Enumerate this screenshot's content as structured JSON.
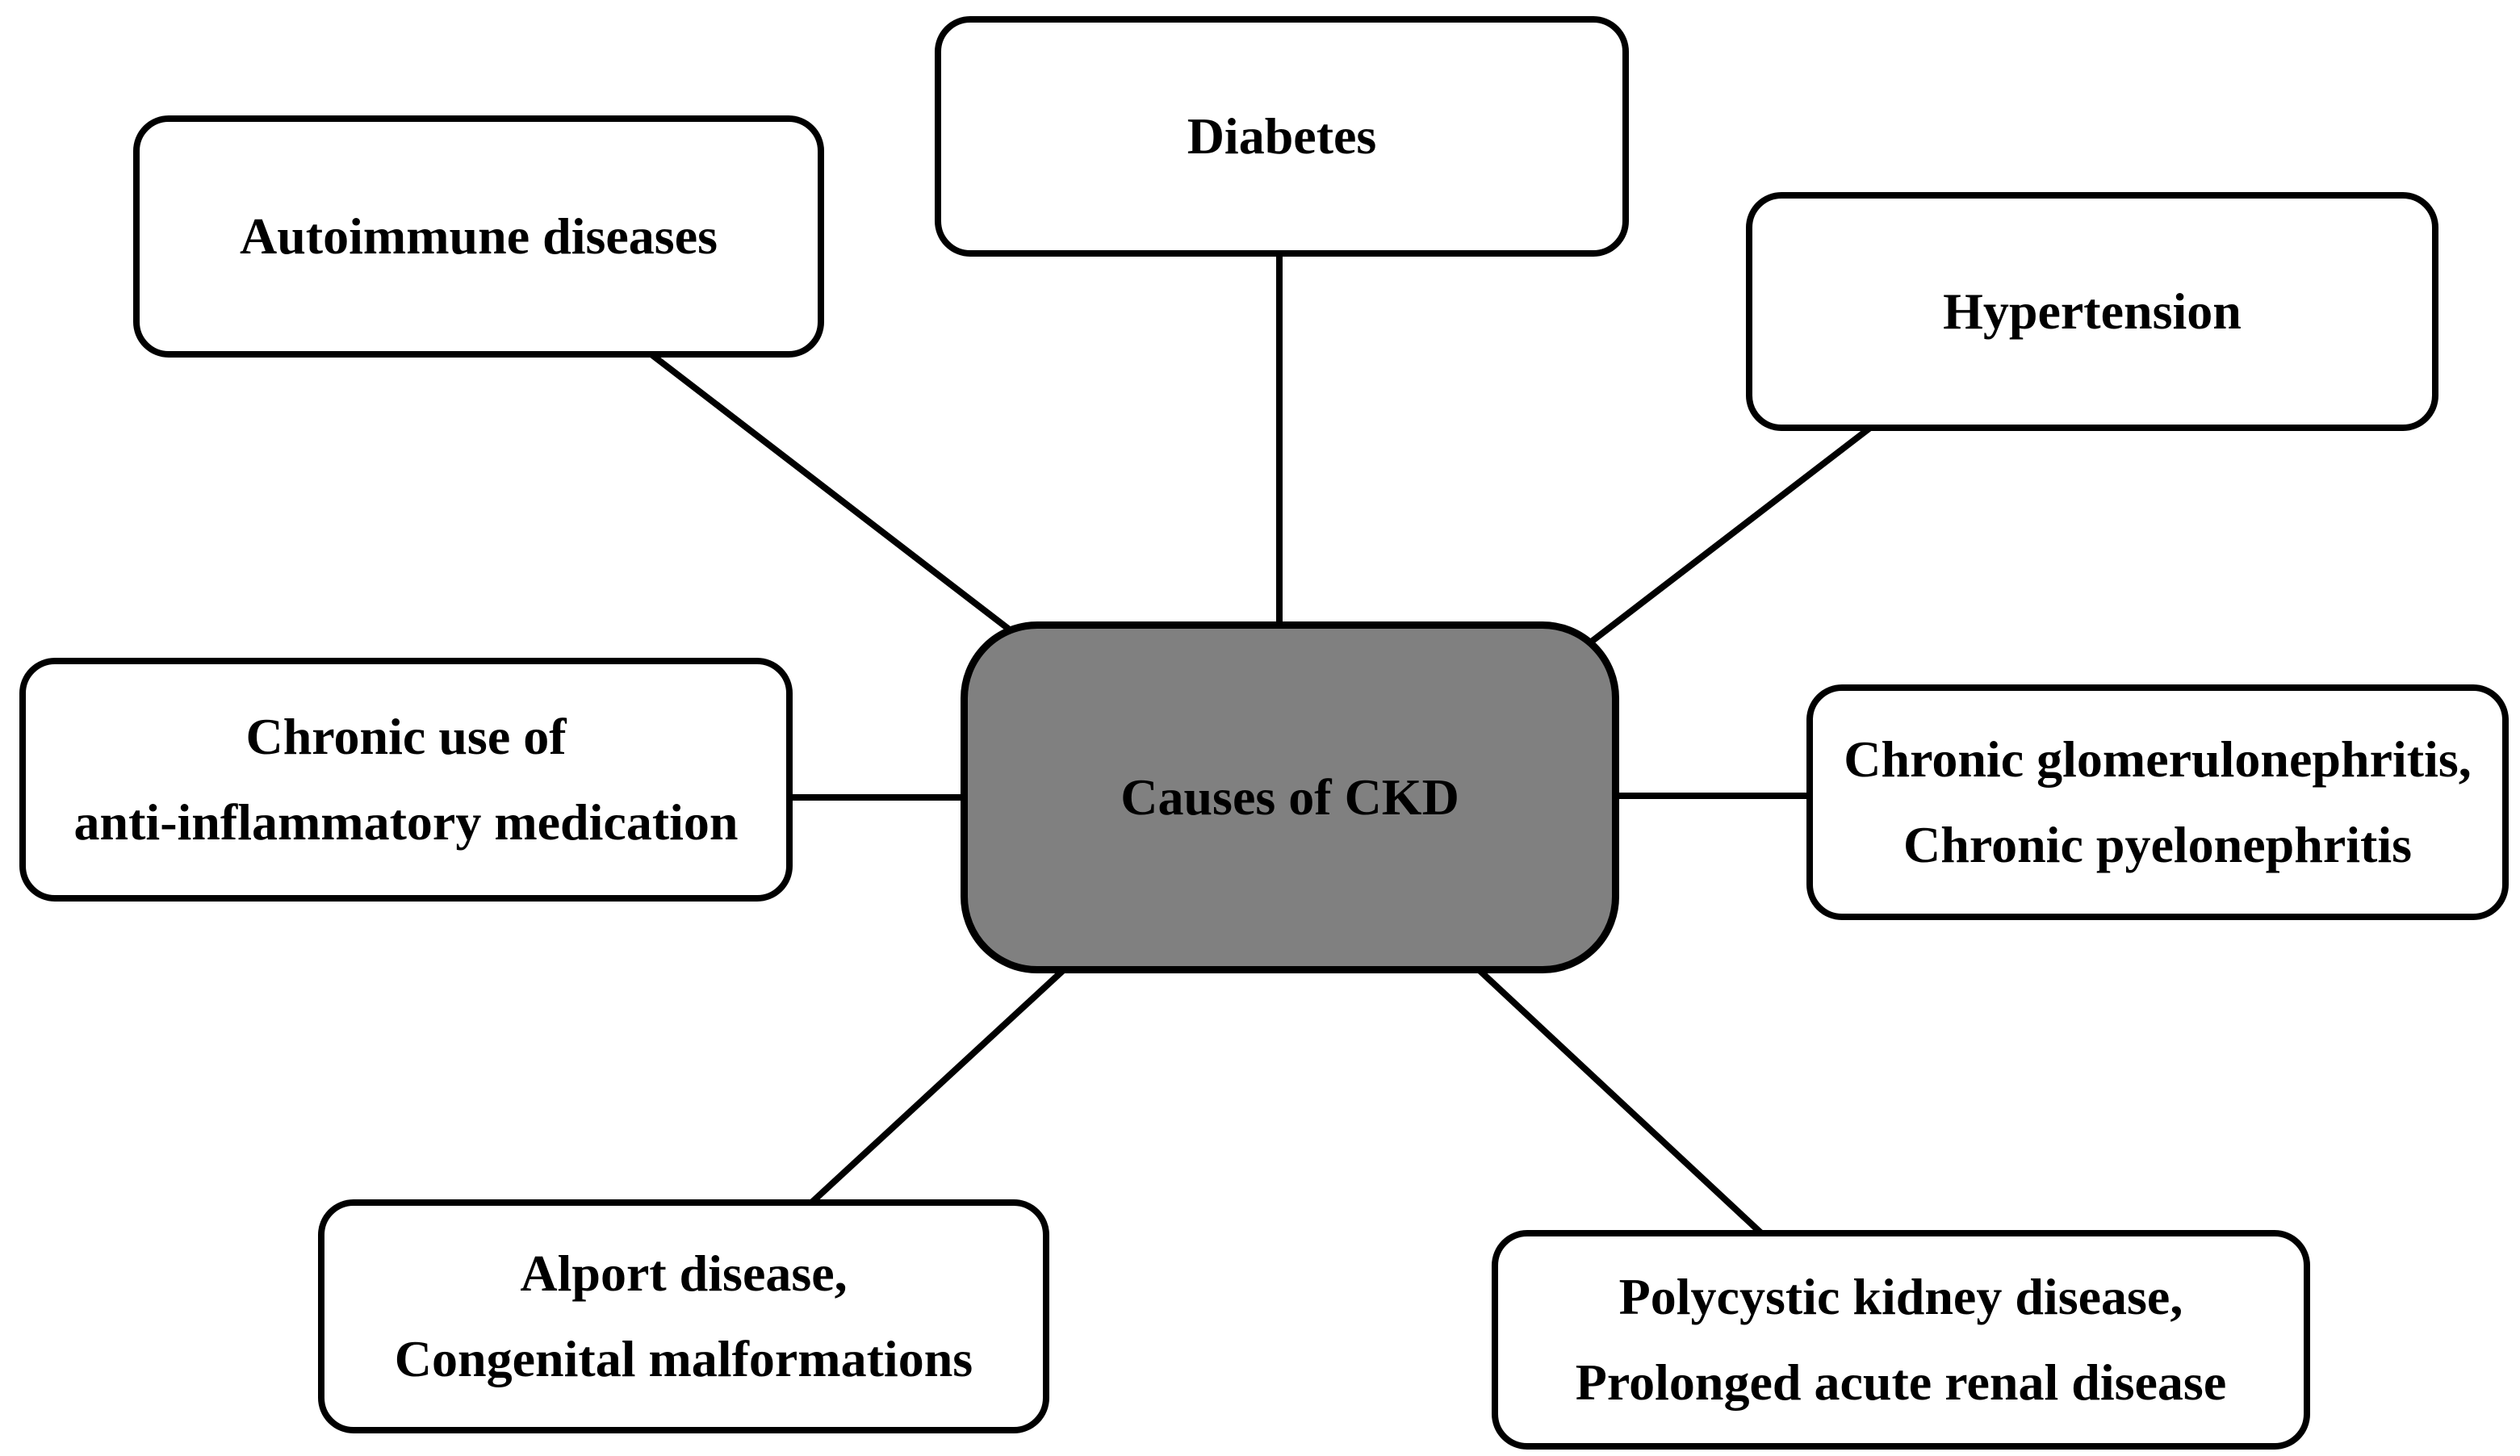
{
  "diagram": {
    "title": "Causes of CKD",
    "center": {
      "id": "causes-of-ckd",
      "label": "Causes of CKD",
      "fill": "#808080"
    },
    "nodes": [
      {
        "id": "diabetes",
        "line1": "Diabetes",
        "line2": ""
      },
      {
        "id": "autoimmune-diseases",
        "line1": "Autoimmune diseases",
        "line2": ""
      },
      {
        "id": "hypertension",
        "line1": "Hypertension",
        "line2": ""
      },
      {
        "id": "chronic-anti-inflammatory-use",
        "line1": "Chronic use of",
        "line2": "anti-inflammatory medication"
      },
      {
        "id": "chronic-glomerulonephritis-pyelonephritis",
        "line1": "Chronic glomerulonephritis,",
        "line2": "Chronic pyelonephritis"
      },
      {
        "id": "alport-congenital",
        "line1": "Alport disease,",
        "line2": "Congenital malformations"
      },
      {
        "id": "polycystic-prolonged-acute",
        "line1": "Polycystic kidney disease,",
        "line2": "Prolonged acute renal disease"
      }
    ],
    "edges": [
      {
        "from": "causes-of-ckd",
        "to": "diabetes"
      },
      {
        "from": "causes-of-ckd",
        "to": "autoimmune-diseases"
      },
      {
        "from": "causes-of-ckd",
        "to": "hypertension"
      },
      {
        "from": "causes-of-ckd",
        "to": "chronic-anti-inflammatory-use"
      },
      {
        "from": "causes-of-ckd",
        "to": "chronic-glomerulonephritis-pyelonephritis"
      },
      {
        "from": "causes-of-ckd",
        "to": "alport-congenital"
      },
      {
        "from": "causes-of-ckd",
        "to": "polycystic-prolonged-acute"
      }
    ],
    "colors": {
      "background": "#ffffff",
      "node_fill": "#ffffff",
      "center_fill": "#808080",
      "border": "#000000",
      "text": "#000000"
    }
  }
}
